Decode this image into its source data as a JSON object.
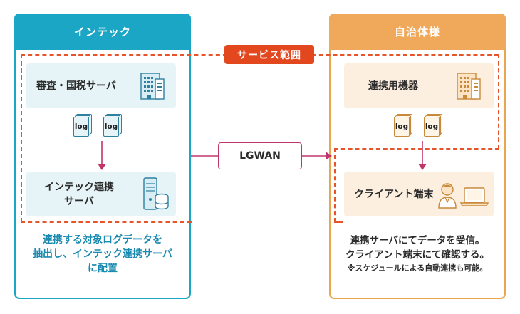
{
  "left": {
    "title": "インテック",
    "box1": "審査・国税サーバ",
    "box2_line1": "インテック連携",
    "box2_line2": "サーバ",
    "caption_line1": "連携する対象ログデータを",
    "caption_line2": "抽出し、インテック連携サーバ",
    "caption_line3": "に配置"
  },
  "right": {
    "title": "自治体様",
    "box1": "連携用機器",
    "box2": "クライアント端末",
    "caption_line1": "連携サーバにてデータを受信。",
    "caption_line2": "クライアント端末にて確認する。",
    "note": "※スケジュールによる自動連携も可能。"
  },
  "scope_label": "サービス範囲",
  "network_label": "LGWAN",
  "log_label": "log",
  "colors": {
    "left_accent": "#1aa6c4",
    "right_accent": "#f0a95a",
    "scope_red": "#e2471e",
    "arrow": "#c0366a",
    "left_caption": "#1a8bb0"
  }
}
